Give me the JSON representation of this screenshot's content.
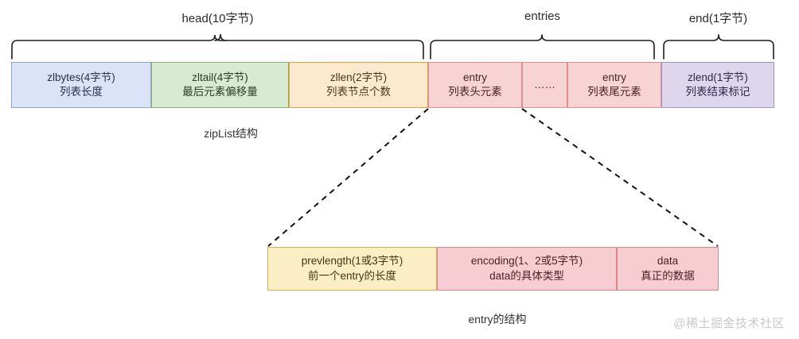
{
  "diagram": {
    "title_top_caption": "zipList结构",
    "title_bottom_caption": "entry的结构",
    "watermark": "@稀土掘金技术社区",
    "braces": [
      {
        "name": "head",
        "label": "head(10字节)"
      },
      {
        "name": "entries",
        "label": "entries"
      },
      {
        "name": "end",
        "label": "end(1字节)"
      }
    ],
    "ziplist_segments": [
      {
        "key": "zlbytes",
        "line1": "zlbytes(4字节)",
        "line2": "列表长度",
        "color": "#dae3f7"
      },
      {
        "key": "zltail",
        "line1": "zltail(4字节)",
        "line2": "最后元素偏移量",
        "color": "#d9ead3"
      },
      {
        "key": "zllen",
        "line1": "zllen(2字节)",
        "line2": "列表节点个数",
        "color": "#fde9cf"
      },
      {
        "key": "entry-head",
        "line1": "entry",
        "line2": "列表头元素",
        "color": "#f8d3d4"
      },
      {
        "key": "entry-ellipsis",
        "line1": "……",
        "line2": "",
        "color": "#f8d3d4"
      },
      {
        "key": "entry-tail",
        "line1": "entry",
        "line2": "列表尾元素",
        "color": "#f8d3d4"
      },
      {
        "key": "zlend",
        "line1": "zlend(1字节)",
        "line2": "列表结束标记",
        "color": "#ddd6ec"
      }
    ],
    "entry_segments": [
      {
        "key": "prevlength",
        "line1": "prevlength(1或3字节)",
        "line2": "前一个entry的长度",
        "color": "#fbeec4"
      },
      {
        "key": "encoding",
        "line1": "encoding(1、2或5字节)",
        "line2": "data的具体类型",
        "color": "#f6ced1"
      },
      {
        "key": "data",
        "line1": "data",
        "line2": "真正的数据",
        "color": "#f6ced1"
      }
    ]
  }
}
